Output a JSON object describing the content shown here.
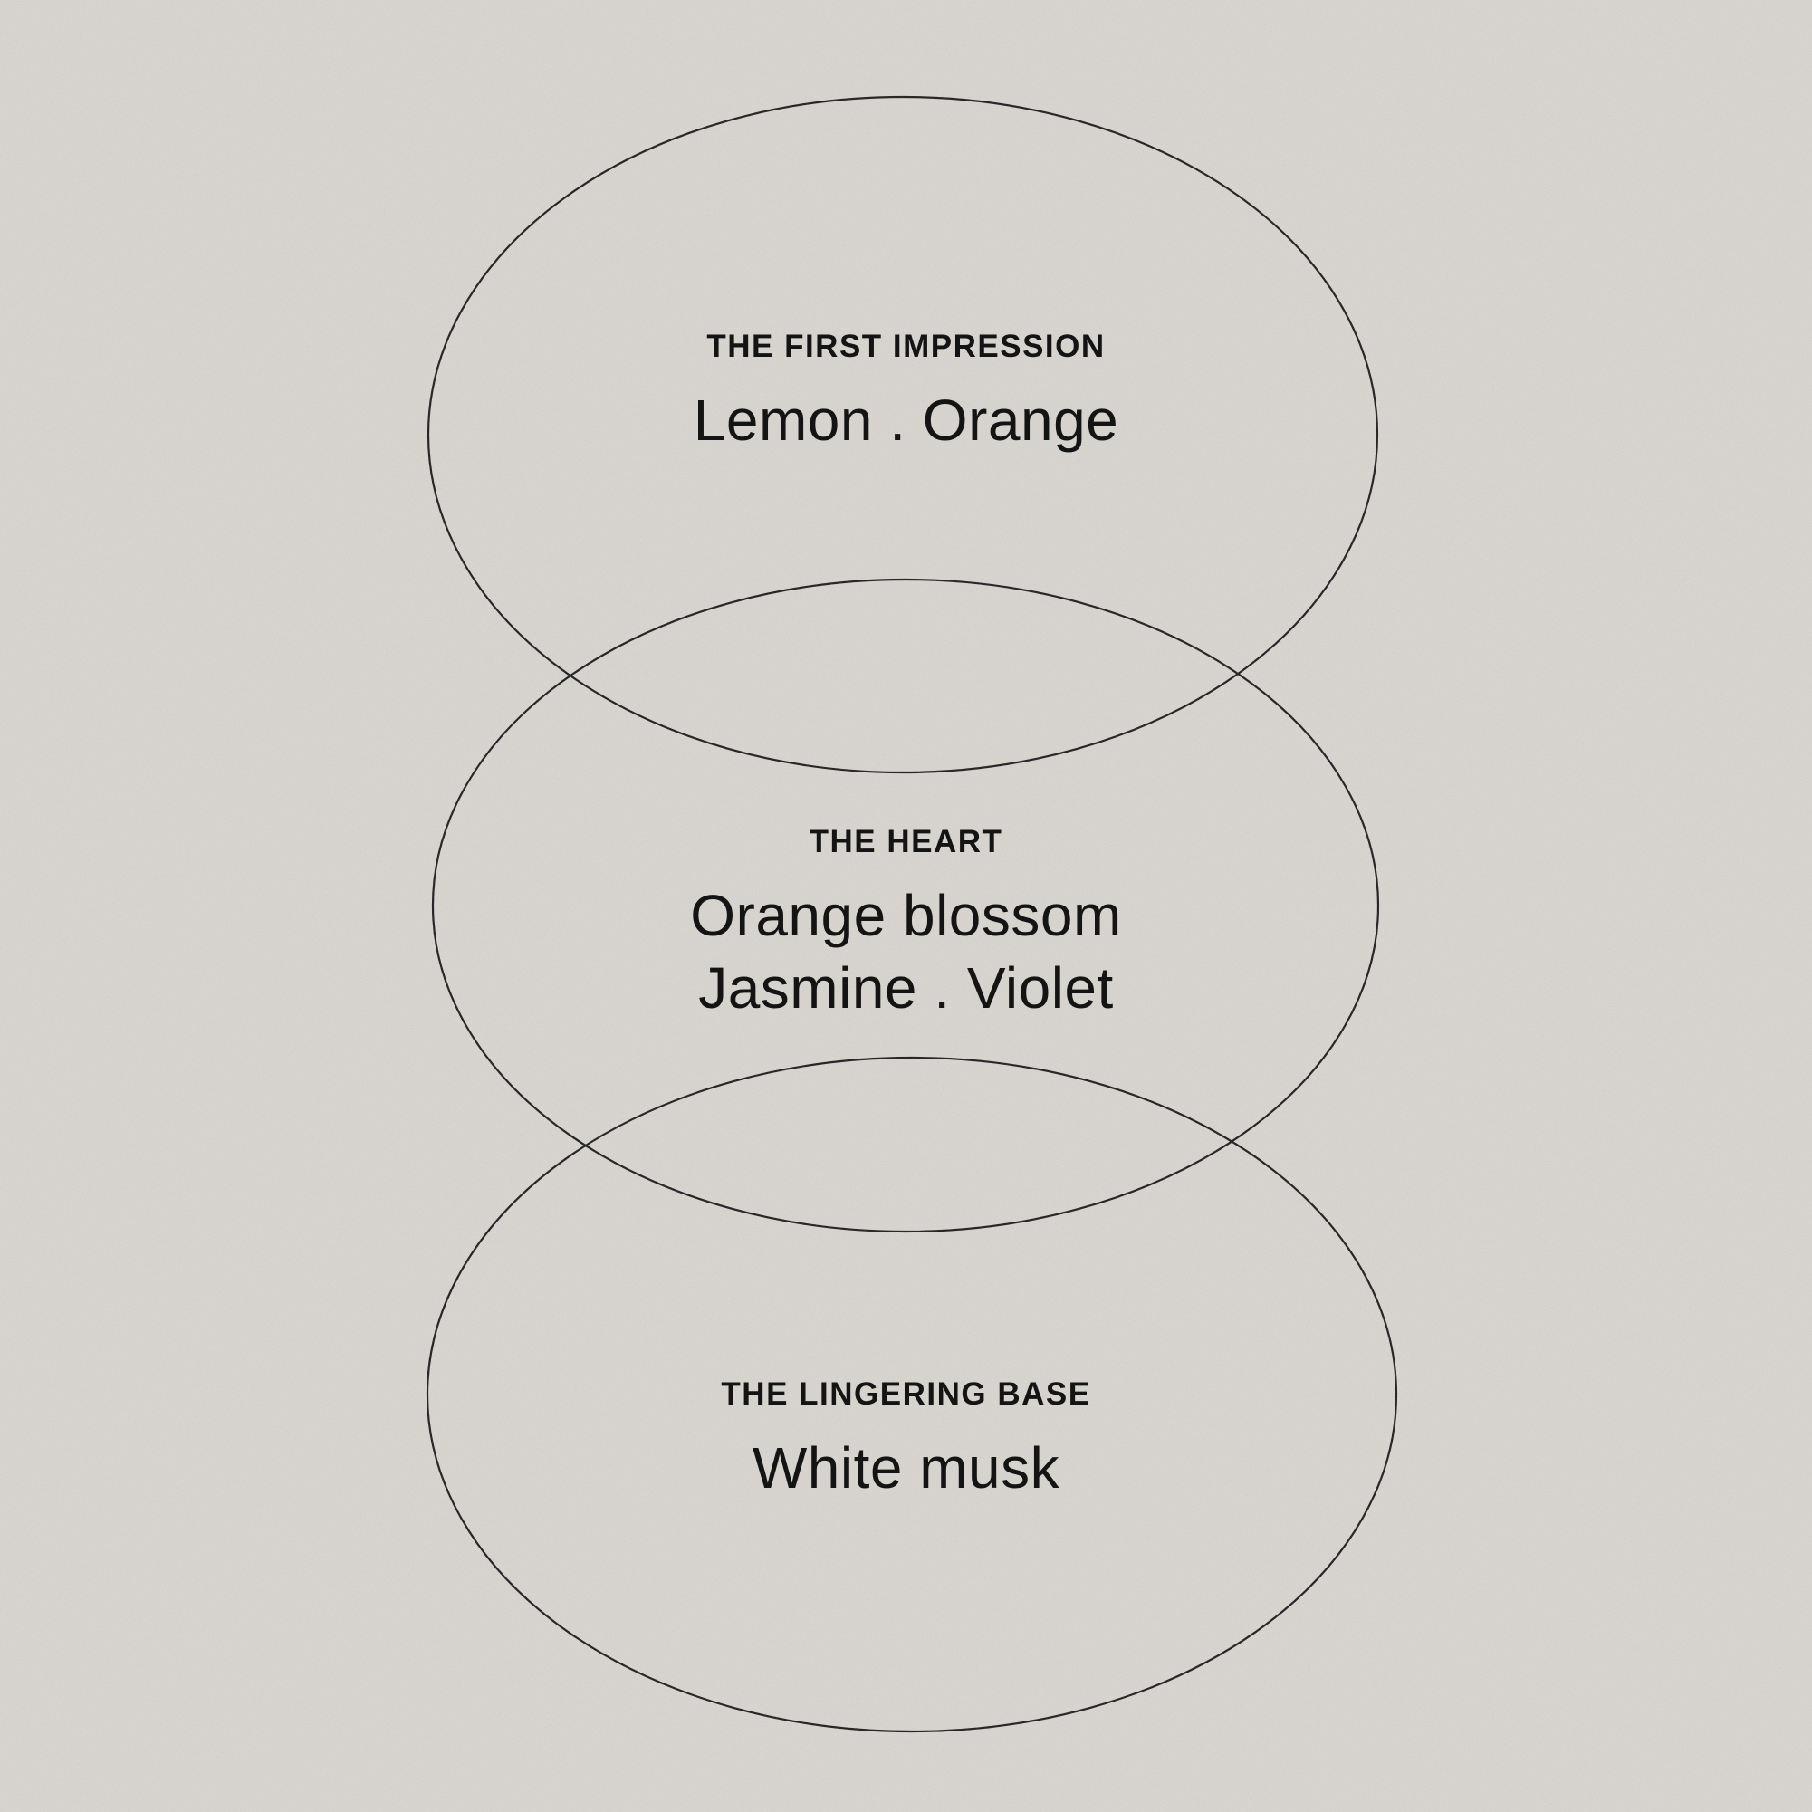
{
  "background": {
    "color": "#d9d5cf"
  },
  "line_color": "#1b1b1b",
  "text_color": "#141414",
  "notes": [
    {
      "label": "THE FIRST IMPRESSION",
      "lines": [
        "Lemon . Orange"
      ]
    },
    {
      "label": "THE HEART",
      "lines": [
        "Orange blossom",
        "Jasmine . Violet"
      ]
    },
    {
      "label": "THE LINGERING BASE",
      "lines": [
        "White musk"
      ]
    }
  ]
}
